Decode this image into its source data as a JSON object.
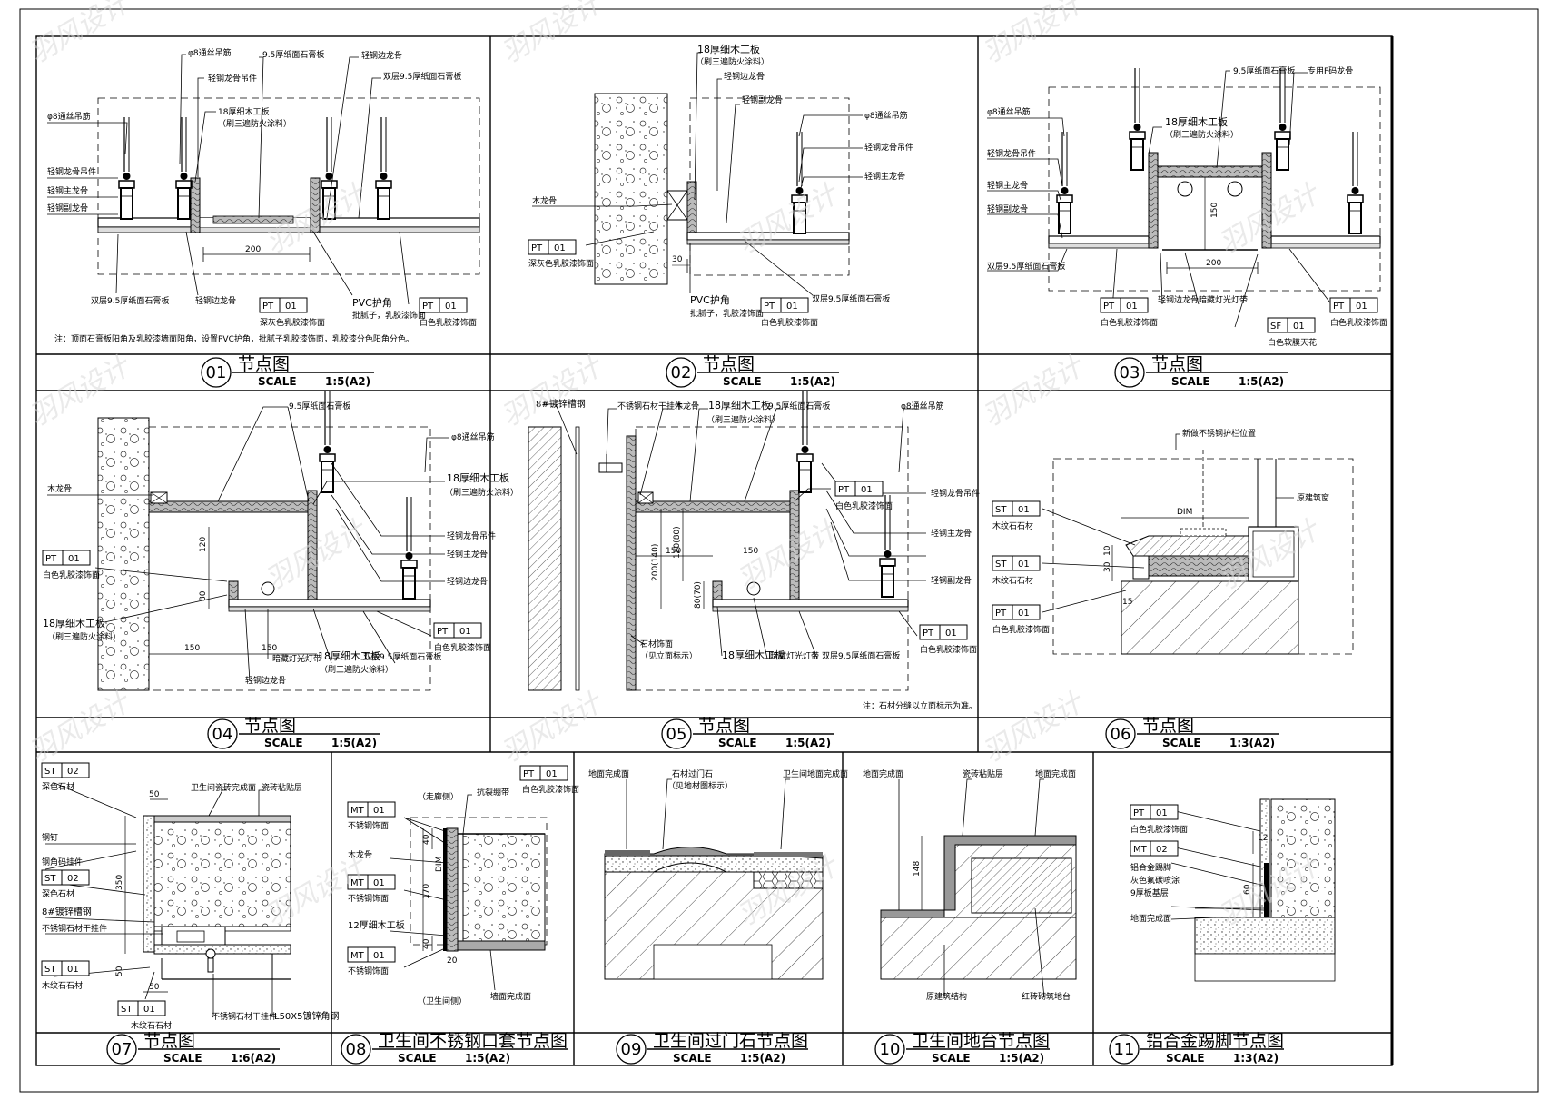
{
  "panels": [
    {
      "num": "01",
      "title": "节点图",
      "scale": "SCALE",
      "ratio": "1:5(A2)"
    },
    {
      "num": "02",
      "title": "节点图",
      "scale": "SCALE",
      "ratio": "1:5(A2)"
    },
    {
      "num": "03",
      "title": "节点图",
      "scale": "SCALE",
      "ratio": "1:5(A2)"
    },
    {
      "num": "04",
      "title": "节点图",
      "scale": "SCALE",
      "ratio": "1:5(A2)"
    },
    {
      "num": "05",
      "title": "节点图",
      "scale": "SCALE",
      "ratio": "1:5(A2)"
    },
    {
      "num": "06",
      "title": "节点图",
      "scale": "SCALE",
      "ratio": "1:3(A2)"
    },
    {
      "num": "07",
      "title": "节点图",
      "scale": "SCALE",
      "ratio": "1:6(A2)"
    },
    {
      "num": "08",
      "title": "卫生间不锈钢口套节点图",
      "scale": "SCALE",
      "ratio": "1:5(A2)"
    },
    {
      "num": "09",
      "title": "卫生间过门石节点图",
      "scale": "SCALE",
      "ratio": "1:5(A2)"
    },
    {
      "num": "10",
      "title": "卫生间地台节点图",
      "scale": "SCALE",
      "ratio": "1:5(A2)"
    },
    {
      "num": "11",
      "title": "铝合金踢脚节点图",
      "scale": "SCALE",
      "ratio": "1:3(A2)"
    }
  ],
  "p01": {
    "l1": "φ8通丝吊筋",
    "l2": "轻钢龙骨吊件",
    "l3": "9.5厚纸面石膏板",
    "l4": "轻钢边龙骨",
    "l5": "双层9.5厚纸面石膏板",
    "l6": "φ8通丝吊筋",
    "l7": "轻钢龙骨吊件",
    "l8": "轻钢主龙骨",
    "l9": "轻钢副龙骨",
    "l10": "18厚细木工板",
    "l11": "（刷三遍防火涂料）",
    "d1": "200",
    "l12": "双层9.5厚纸面石膏板",
    "l13": "轻钢边龙骨",
    "t1a": "PT",
    "t1b": "01",
    "l14": "深灰色乳胶漆饰面",
    "l15": "PVC护角",
    "l16": "批腻子，乳胶漆饰面",
    "t2a": "PT",
    "t2b": "01",
    "l17": "白色乳胶漆饰面",
    "note": "注：顶面石膏板阳角及乳胶漆墙面阳角，设置PVC护角，批腻子乳胶漆饰面，乳胶漆分色阳角分色。"
  },
  "p02": {
    "l1": "18厚细木工板",
    "l2": "（刷三遍防火涂料）",
    "l3": "轻钢边龙骨",
    "l4": "轻钢副龙骨",
    "l5": "φ8通丝吊筋",
    "l6": "轻钢龙骨吊件",
    "l7": "轻钢主龙骨",
    "l8": "木龙骨",
    "t1a": "PT",
    "t1b": "01",
    "l9": "深灰色乳胶漆饰面",
    "d1": "30",
    "l10": "PVC护角",
    "l11": "批腻子，乳胶漆饰面",
    "t2a": "PT",
    "t2b": "01",
    "l12": "白色乳胶漆饰面",
    "l13": "双层9.5厚纸面石膏板"
  },
  "p03": {
    "l1": "9.5厚纸面石膏板",
    "l2": "专用F码龙骨",
    "l3": "φ8通丝吊筋",
    "l4": "18厚细木工板",
    "l5": "（刷三遍防火涂料）",
    "l6": "轻钢龙骨吊件",
    "l7": "轻钢主龙骨",
    "l8": "轻钢副龙骨",
    "d1": "150",
    "d2": "200",
    "l9": "双层9.5厚纸面石膏板",
    "t1a": "PT",
    "t1b": "01",
    "l10": "白色乳胶漆饰面",
    "l11": "轻钢边龙骨",
    "l12": "暗藏灯光灯带",
    "t2a": "SF",
    "t2b": "01",
    "l13": "白色软膜天花",
    "t3a": "PT",
    "t3b": "01",
    "l14": "白色乳胶漆饰面"
  },
  "p04": {
    "l1": "9.5厚纸面石膏板",
    "l2": "φ8通丝吊筋",
    "l3": "木龙骨",
    "l4": "18厚细木工板",
    "l5": "（刷三遍防火涂料）",
    "l6": "轻钢龙骨吊件",
    "l7": "轻钢主龙骨",
    "l8": "轻钢边龙骨",
    "t1a": "PT",
    "t1b": "01",
    "l9": "白色乳胶漆饰面",
    "d1": "120",
    "d2": "80",
    "l10": "18厚细木工板",
    "l11": "（刷三遍防火涂料）",
    "t2a": "PT",
    "t2b": "01",
    "l12": "白色乳胶漆饰面",
    "d3": "150",
    "d4": "150",
    "l13": "暗藏灯光灯带",
    "l14": "18厚细木工板",
    "l15": "（刷三遍防火涂料）",
    "l16": "双层9.5厚纸面石膏板",
    "l17": "轻钢边龙骨"
  },
  "p05": {
    "l1": "8#镀锌槽钢",
    "l2": "不锈钢石材干挂件",
    "l3": "木龙骨",
    "l4": "18厚细木工板",
    "l5": "（刷三遍防火涂料）",
    "l6": "9.5厚纸面石膏板",
    "l7": "φ8通丝吊筋",
    "t1a": "PT",
    "t1b": "01",
    "l8": "白色乳胶漆饰面",
    "l9": "轻钢龙骨吊件",
    "l10": "轻钢主龙骨",
    "l11": "轻钢副龙骨",
    "d1": "150",
    "d2": "150",
    "d3": "200(140)",
    "d4": "120(80)",
    "d5": "80(70)",
    "l12": "石材饰面",
    "l13": "（见立面标示）",
    "l14": "18厚细木工板",
    "l15": "暗藏灯光灯带",
    "l16": "双层9.5厚纸面石膏板",
    "t2a": "PT",
    "t2b": "01",
    "l17": "白色乳胶漆饰面",
    "note": "注：石材分缝以立面标示为准。"
  },
  "p06": {
    "l1": "新做不锈钢护栏位置",
    "l2": "原建筑窗",
    "d1": "DIM",
    "t1a": "ST",
    "t1b": "01",
    "l3": "木纹石石材",
    "t2a": "ST",
    "t2b": "01",
    "l4": "木纹石石材",
    "d2": "10",
    "d3": "30",
    "d4": "15",
    "t3a": "PT",
    "t3b": "01",
    "l5": "白色乳胶漆饰面"
  },
  "p07": {
    "t1a": "ST",
    "t1b": "02",
    "l1": "深色石材",
    "l2": "卫生间瓷砖完成面",
    "l3": "瓷砖粘贴层",
    "l4": "钢钉",
    "l5": "钢角码挂件",
    "t2a": "ST",
    "t2b": "02",
    "l6": "深色石材",
    "l7": "8#镀锌槽钢",
    "l8": "不锈钢石材干挂件",
    "t3a": "ST",
    "t3b": "01",
    "l9": "木纹石石材",
    "t4a": "ST",
    "t4b": "01",
    "l10": "木纹石石材",
    "l11": "不锈钢石材干挂件",
    "l12": "L50X5镀锌角钢",
    "d1": "50",
    "d2": "350",
    "d3": "50",
    "d4": "50"
  },
  "p08": {
    "l1": "（走廊侧）",
    "l2": "抗裂绷带",
    "t1a": "PT",
    "t1b": "01",
    "l3": "白色乳胶漆饰面",
    "t2a": "MT",
    "t2b": "01",
    "l4": "不锈钢饰面",
    "l5": "木龙骨",
    "t3a": "MT",
    "t3b": "01",
    "l6": "不锈钢饰面",
    "l7": "12厚细木工板",
    "t4a": "MT",
    "t4b": "01",
    "l8": "不锈钢饰面",
    "l9": "（卫生间侧）",
    "l10": "墙面完成面",
    "d1": "40",
    "d2": "170",
    "d3": "DIM",
    "d4": "40",
    "d5": "20"
  },
  "p09": {
    "l1": "地面完成面",
    "l2": "石材过门石",
    "l3": "（见地材图标示）",
    "l4": "卫生间地面完成面"
  },
  "p10": {
    "l1": "地面完成面",
    "l2": "瓷砖粘贴层",
    "l3": "地面完成面",
    "d1": "148",
    "l4": "原建筑结构",
    "l5": "红砖砌筑地台"
  },
  "p11": {
    "t1a": "PT",
    "t1b": "01",
    "l1": "白色乳胶漆饰面",
    "t2a": "MT",
    "t2b": "02",
    "l2": "铝合金踢脚",
    "l3": "灰色氟碳喷涂",
    "l4": "9厚板基层",
    "l5": "地面完成面",
    "d1": "12",
    "d2": "60"
  },
  "watermark": "羽风设计"
}
